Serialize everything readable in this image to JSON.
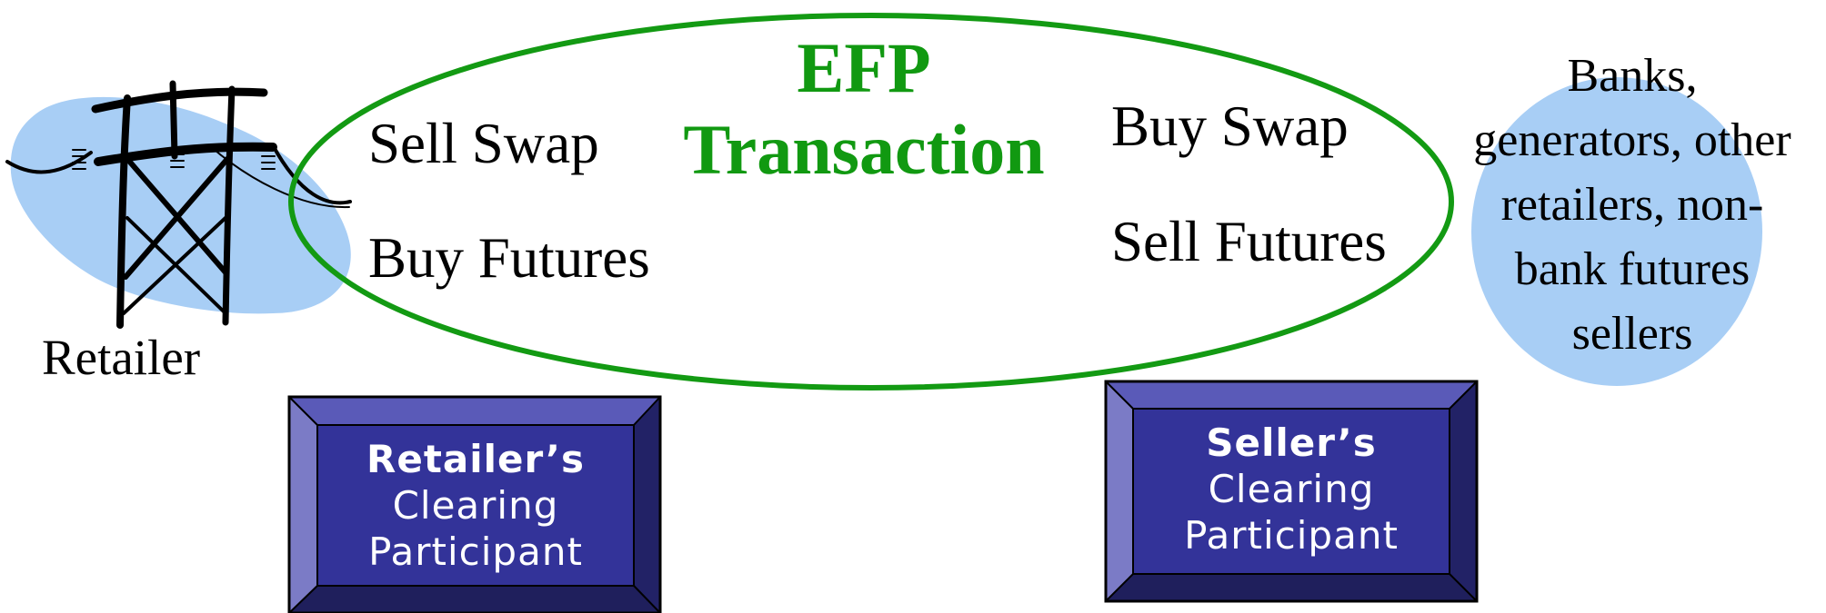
{
  "efp": {
    "title_line1": "EFP",
    "title_line2": "Transaction",
    "left_actions": [
      "Sell Swap",
      "Buy Futures"
    ],
    "right_actions": [
      "Buy Swap",
      "Sell Futures"
    ]
  },
  "retailer": {
    "label": "Retailer"
  },
  "counterparties": {
    "lines": [
      "Banks,",
      "generators, other",
      "retailers, non-",
      "bank futures",
      "sellers"
    ]
  },
  "clearing": {
    "retailer_box": {
      "line1": "Retailer’s",
      "line2": "Clearing",
      "line3": "Participant"
    },
    "seller_box": {
      "line1": "Seller’s",
      "line2": "Clearing",
      "line3": "Participant"
    }
  },
  "colors": {
    "ellipse_stroke": "#139a13",
    "efp_text": "#119911",
    "box_face": "#333399",
    "blob_fill": "#a8cef5"
  },
  "icons": {
    "retailer_icon": "power-pylon-icon"
  }
}
